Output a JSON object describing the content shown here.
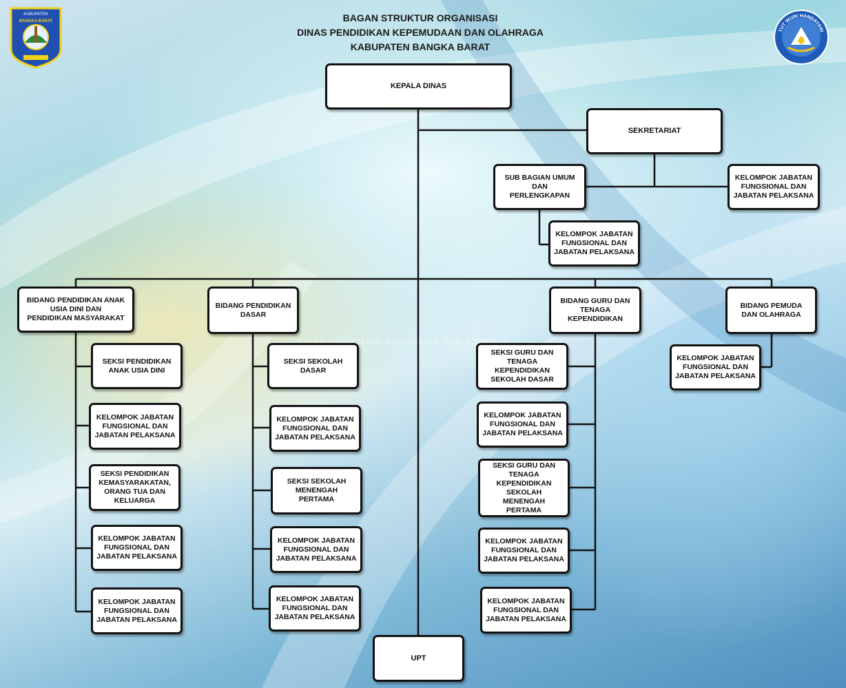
{
  "title": {
    "line1": "BAGAN STRUKTUR ORGANISASI",
    "line2": "DINAS PENDIDIKAN KEPEMUDAAN DAN OLAHRAGA",
    "line3": "KABUPATEN BANGKA BARAT"
  },
  "logos": {
    "left_top_text": "KABUPATEN",
    "left_ribbon_text": "BANGKA BARAT",
    "right_text": "TUT WURI HANDAYANI"
  },
  "watermark": "DINAS PENDIDIKAN KEPEMUDAAN DAN OLAHRAGA",
  "colors": {
    "box_border": "#111111",
    "box_fill": "#ffffff",
    "line": "#111111"
  },
  "nodes": {
    "kepala": "KEPALA DINAS",
    "sekretariat": "SEKRETARIAT",
    "subbag": "SUB BAGIAN UMUM\nDAN\nPERLENGKAPAN",
    "sek_kjf": "KELOMPOK JABATAN\nFUNGSIONAL DAN\nJABATAN PELAKSANA",
    "subbag_kjf": "KELOMPOK JABATAN\nFUNGSIONAL DAN\nJABATAN PELAKSANA",
    "bidang1": "BIDANG PENDIDIKAN ANAK\nUSIA DINI DAN\nPENDIDIKAN MASYARAKAT",
    "bidang2": "BIDANG PENDIDIKAN\nDASAR",
    "bidang3": "BIDANG GURU DAN\nTENAGA\nKEPENDIDIKAN",
    "bidang4": "BIDANG PEMUDA\nDAN OLAHRAGA",
    "b1_c1": "SEKSI PENDIDIKAN\nANAK USIA DINI",
    "b1_c2": "KELOMPOK JABATAN\nFUNGSIONAL DAN\nJABATAN PELAKSANA",
    "b1_c3": "SEKSI PENDIDIKAN\nKEMASYARAKATAN,\nORANG TUA DAN\nKELUARGA",
    "b1_c4": "KELOMPOK JABATAN\nFUNGSIONAL DAN\nJABATAN PELAKSANA",
    "b1_c5": "KELOMPOK JABATAN\nFUNGSIONAL DAN\nJABATAN PELAKSANA",
    "b2_c1": "SEKSI SEKOLAH\nDASAR",
    "b2_c2": "KELOMPOK JABATAN\nFUNGSIONAL DAN\nJABATAN PELAKSANA",
    "b2_c3": "SEKSI SEKOLAH\nMENENGAH\nPERTAMA",
    "b2_c4": "KELOMPOK JABATAN\nFUNGSIONAL DAN\nJABATAN PELAKSANA",
    "b2_c5": "KELOMPOK JABATAN\nFUNGSIONAL DAN\nJABATAN PELAKSANA",
    "b3_c1": "SEKSI GURU DAN\nTENAGA\nKEPENDIDIKAN\nSEKOLAH DASAR",
    "b3_c2": "KELOMPOK JABATAN\nFUNGSIONAL DAN\nJABATAN PELAKSANA",
    "b3_c3": "SEKSI GURU DAN\nTENAGA\nKEPENDIDIKAN\nSEKOLAH\nMENENGAH\nPERTAMA",
    "b3_c4": "KELOMPOK JABATAN\nFUNGSIONAL DAN\nJABATAN PELAKSANA",
    "b3_c5": "KELOMPOK JABATAN\nFUNGSIONAL DAN\nJABATAN PELAKSANA",
    "b4_c1": "KELOMPOK JABATAN\nFUNGSIONAL DAN\nJABATAN PELAKSANA",
    "upt": "UPT"
  }
}
